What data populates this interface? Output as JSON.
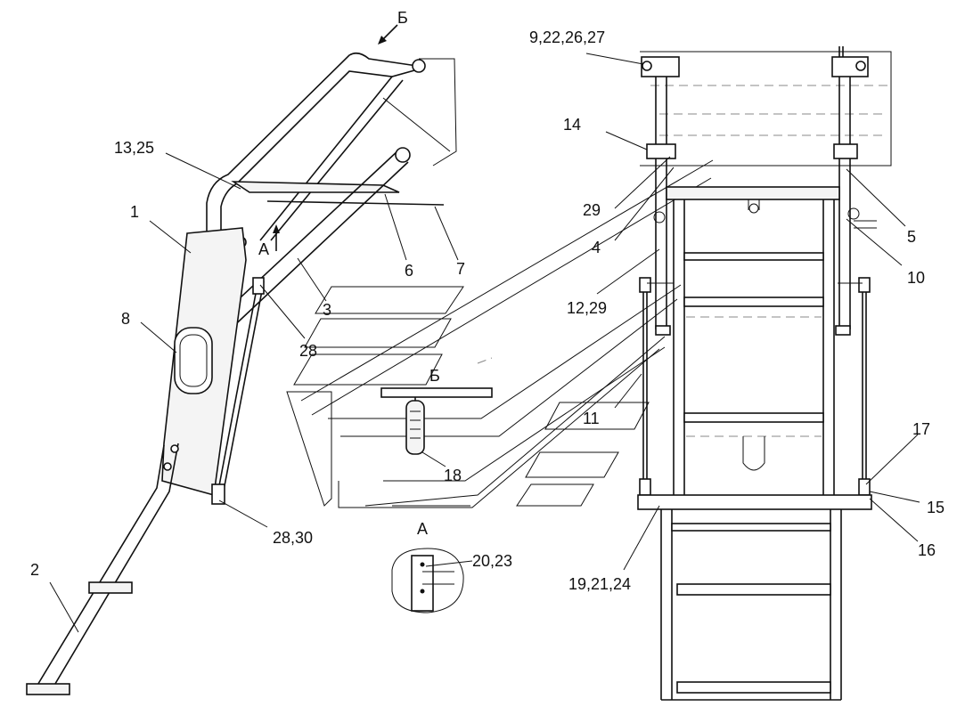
{
  "callouts": {
    "c1": "1",
    "c2": "2",
    "c3": "3",
    "c4": "4",
    "c5": "5",
    "c6": "6",
    "c7": "7",
    "c8": "8",
    "c10": "10",
    "c11": "11",
    "c12_29": "12,29",
    "c13_25": "13,25",
    "c14": "14",
    "c15": "15",
    "c16": "16",
    "c17": "17",
    "c18": "18",
    "c19_21_24": "19,21,24",
    "c20_23": "20,23",
    "c28": "28",
    "c28_30": "28,30",
    "c29": "29",
    "c9_22_26_27": "9,22,26,27"
  },
  "views": {
    "view_a_marker": "А",
    "view_b_marker": "Б",
    "view_a_title": "А",
    "view_b_section": "Б"
  }
}
